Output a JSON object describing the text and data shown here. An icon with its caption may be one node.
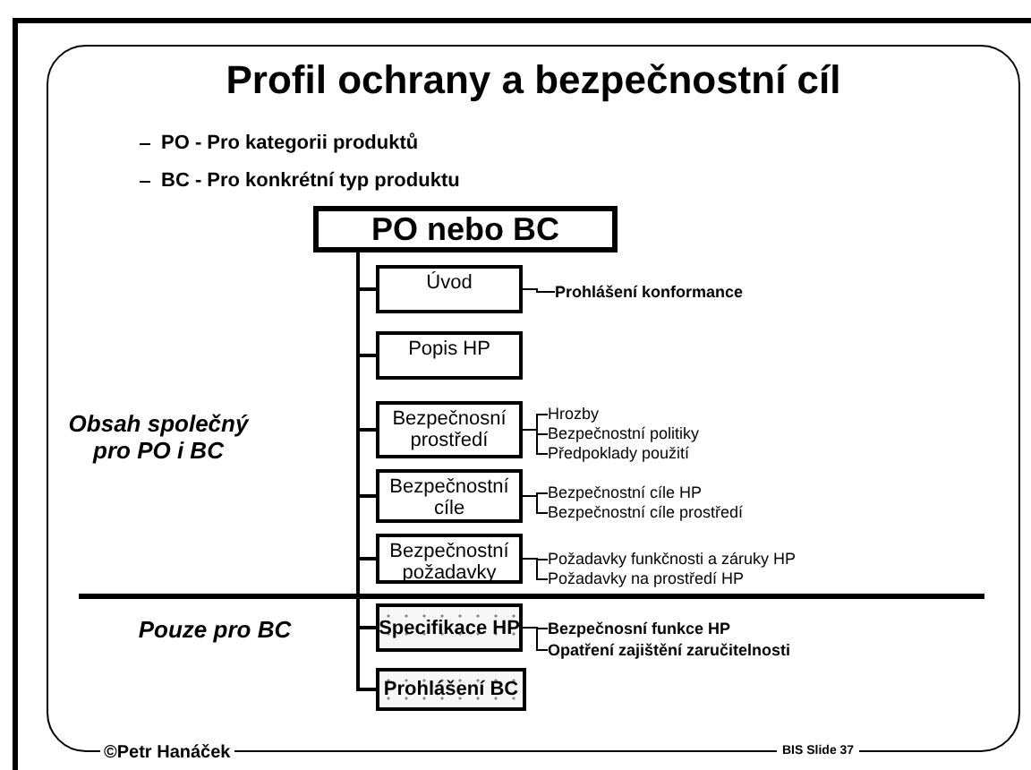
{
  "diagram": {
    "title": "Profil ochrany a bezpečnostní cíl",
    "nodes": [
      {
        "text": [
          "PO nebo BC"
        ]
      },
      {
        "text": [
          "Úvod"
        ]
      },
      {
        "text": [
          "Popis HP"
        ]
      },
      {
        "text": [
          "Bezpečnosní prostředí"
        ]
      },
      {
        "text": [
          "Bezpečnostní cíle"
        ]
      },
      {
        "text": [
          "Bezpečnostní požadavky"
        ]
      },
      {
        "text": [
          "Specifikace HP"
        ]
      },
      {
        "text": [
          "Prohlášení BC"
        ]
      },
      {
        "text": [
          "Prohlášení konformance"
        ]
      },
      {
        "text": [
          "Hrozby"
        ]
      },
      {
        "text": [
          "Bezpečnostní politiky"
        ]
      },
      {
        "text": [
          "Předpoklady použití"
        ]
      },
      {
        "text": [
          "Bezpečnostní cíle HP"
        ]
      },
      {
        "text": [
          "Bezpečnostní cíle prostředí"
        ]
      },
      {
        "text": [
          "Požadavky funkčnosti a záruky HP"
        ]
      },
      {
        "text": [
          "Požadavky na prostředí HP"
        ]
      },
      {
        "text": [
          "Bezpečnosní funkce HP"
        ]
      },
      {
        "text": [
          "Opatření zajištění zaručitelnosti"
        ]
      }
    ],
    "edges": [
      {
        "from": 0,
        "to": 1,
        "arrow": "none"
      },
      {
        "from": 0,
        "to": 2,
        "arrow": "none"
      },
      {
        "from": 0,
        "to": 3,
        "arrow": "none"
      },
      {
        "from": 0,
        "to": 4,
        "arrow": "none"
      },
      {
        "from": 0,
        "to": 5,
        "arrow": "none"
      },
      {
        "from": 0,
        "to": 6,
        "arrow": "none"
      },
      {
        "from": 0,
        "to": 7,
        "arrow": "none"
      },
      {
        "from": 1,
        "to": 8,
        "arrow": "none"
      },
      {
        "from": 3,
        "to": 9,
        "arrow": "none"
      },
      {
        "from": 3,
        "to": 10,
        "arrow": "none"
      },
      {
        "from": 3,
        "to": 11,
        "arrow": "none"
      },
      {
        "from": 4,
        "to": 12,
        "arrow": "none"
      },
      {
        "from": 4,
        "to": 13,
        "arrow": "none"
      },
      {
        "from": 5,
        "to": 14,
        "arrow": "none"
      },
      {
        "from": 5,
        "to": 15,
        "arrow": "none"
      },
      {
        "from": 6,
        "to": 16,
        "arrow": "none"
      },
      {
        "from": 6,
        "to": 17,
        "arrow": "none"
      }
    ],
    "labels": [
      "PO - Pro kategorii produktů",
      "BC - Pro konkrétní typ produktu",
      "Obsah společný pro PO i BC",
      "Pouze pro BC",
      "©Petr Hanáček",
      "BIS Slide 37"
    ]
  }
}
